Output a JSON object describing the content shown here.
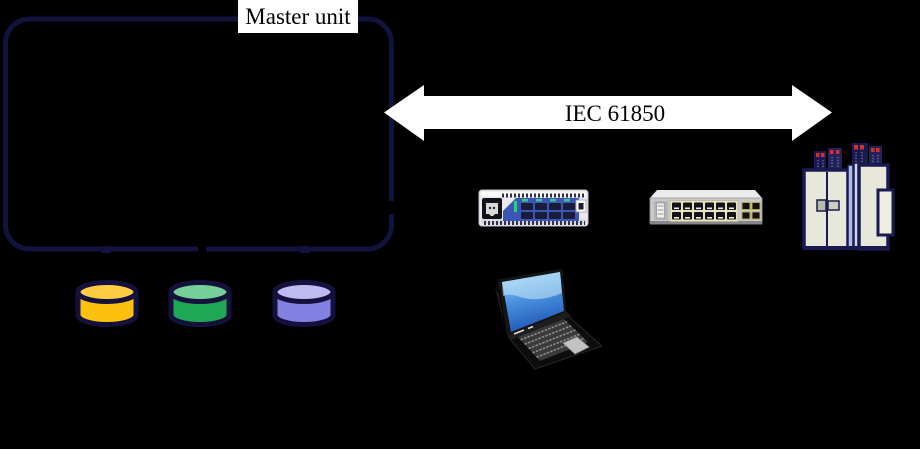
{
  "diagram": {
    "master_unit": {
      "label": "Master unit"
    },
    "bus": {
      "label": "IEC 61850"
    },
    "cylinders": [
      {
        "name": "database-yellow",
        "body": "#fcc00d",
        "top": "#fdcd44"
      },
      {
        "name": "database-green",
        "body": "#1fa756",
        "top": "#74cf99"
      },
      {
        "name": "database-purple",
        "body": "#8381e2",
        "top": "#bdbbf1"
      }
    ],
    "devices": [
      {
        "name": "router-appliance-icon"
      },
      {
        "name": "ethernet-switch-icon"
      },
      {
        "name": "server-cabinets-icon"
      },
      {
        "name": "laptop-icon"
      }
    ],
    "palette": {
      "background": "#000000",
      "outline_navy": "#12123f",
      "arrow_fill": "#ffffff",
      "label_background": "#ffffff",
      "label_text": "#000000",
      "router_panel_blue": "#3a57b5",
      "mainframe_outline": "#1a1a50",
      "mainframe_beige": "#e7e7da",
      "mainframe_stripe_blue": "#aebee6",
      "laptop_screen_blue": "#2f7bd6"
    }
  }
}
